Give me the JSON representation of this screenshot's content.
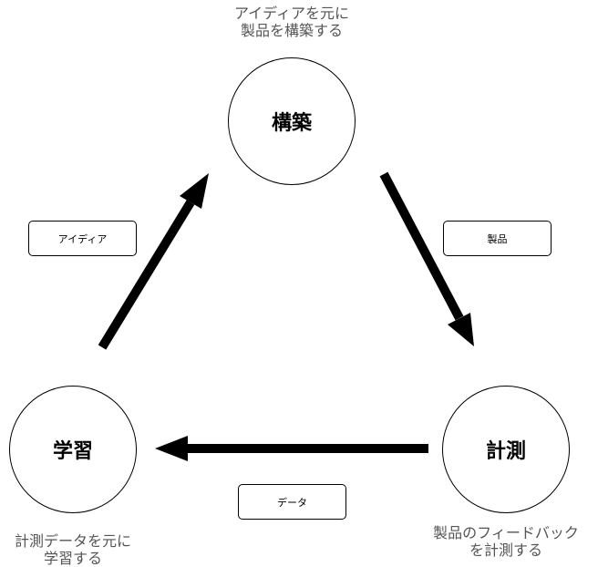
{
  "nodes": {
    "build": {
      "label": "構築"
    },
    "measure": {
      "label": "計測"
    },
    "learn": {
      "label": "学習"
    }
  },
  "edge_labels": {
    "idea": "アイディア",
    "product": "製品",
    "data": "データ"
  },
  "captions": {
    "build": {
      "line1": "アイディアを元に",
      "line2": "製品を構築する"
    },
    "measure": {
      "line1": "製品のフィードバック",
      "line2": "を計測する"
    },
    "learn": {
      "line1": "計測データを元に",
      "line2": "学習する"
    }
  }
}
